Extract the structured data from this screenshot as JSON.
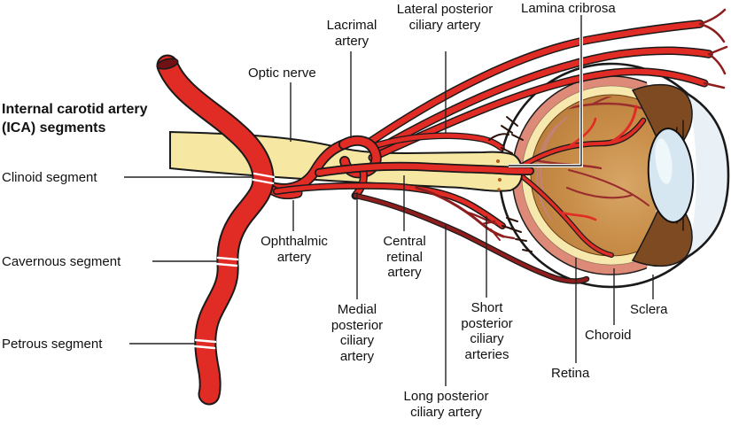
{
  "heading": {
    "line1": "Internal carotid artery",
    "line2": "(ICA) segments"
  },
  "labels": {
    "clinoid_segment": "Clinoid segment",
    "cavernous_segment": "Cavernous segment",
    "petrous_segment": "Petrous segment",
    "optic_nerve": "Optic nerve",
    "ophthalmic_artery": "Ophthalmic artery",
    "lacrimal_artery": "Lacrimal artery",
    "lateral_posterior_ciliary_artery": "Lateral posterior ciliary artery",
    "lamina_cribrosa": "Lamina cribrosa",
    "medial_posterior_ciliary_artery": "Medial posterior ciliary artery",
    "central_retinal_artery": "Central retinal artery",
    "short_posterior_ciliary_arteries": "Short posterior ciliary arteries",
    "long_posterior_ciliary_artery": "Long posterior ciliary artery",
    "retina": "Retina",
    "choroid": "Choroid",
    "sclera": "Sclera"
  },
  "colors": {
    "background": "#ffffff",
    "outline_black": "#1a1a1a",
    "artery_red": "#e12b25",
    "artery_dark_red": "#8e1d1d",
    "maroon_vessel": "#9a2e2e",
    "optic_nerve_yellow": "#f6e7a3",
    "choroid_salmon": "#dd8a78",
    "retina_yellow": "#f7e9ad",
    "vitreous_brown": "#c08445",
    "iris_brown": "#7d4a22",
    "lens_blue": "#d7e7f2"
  }
}
